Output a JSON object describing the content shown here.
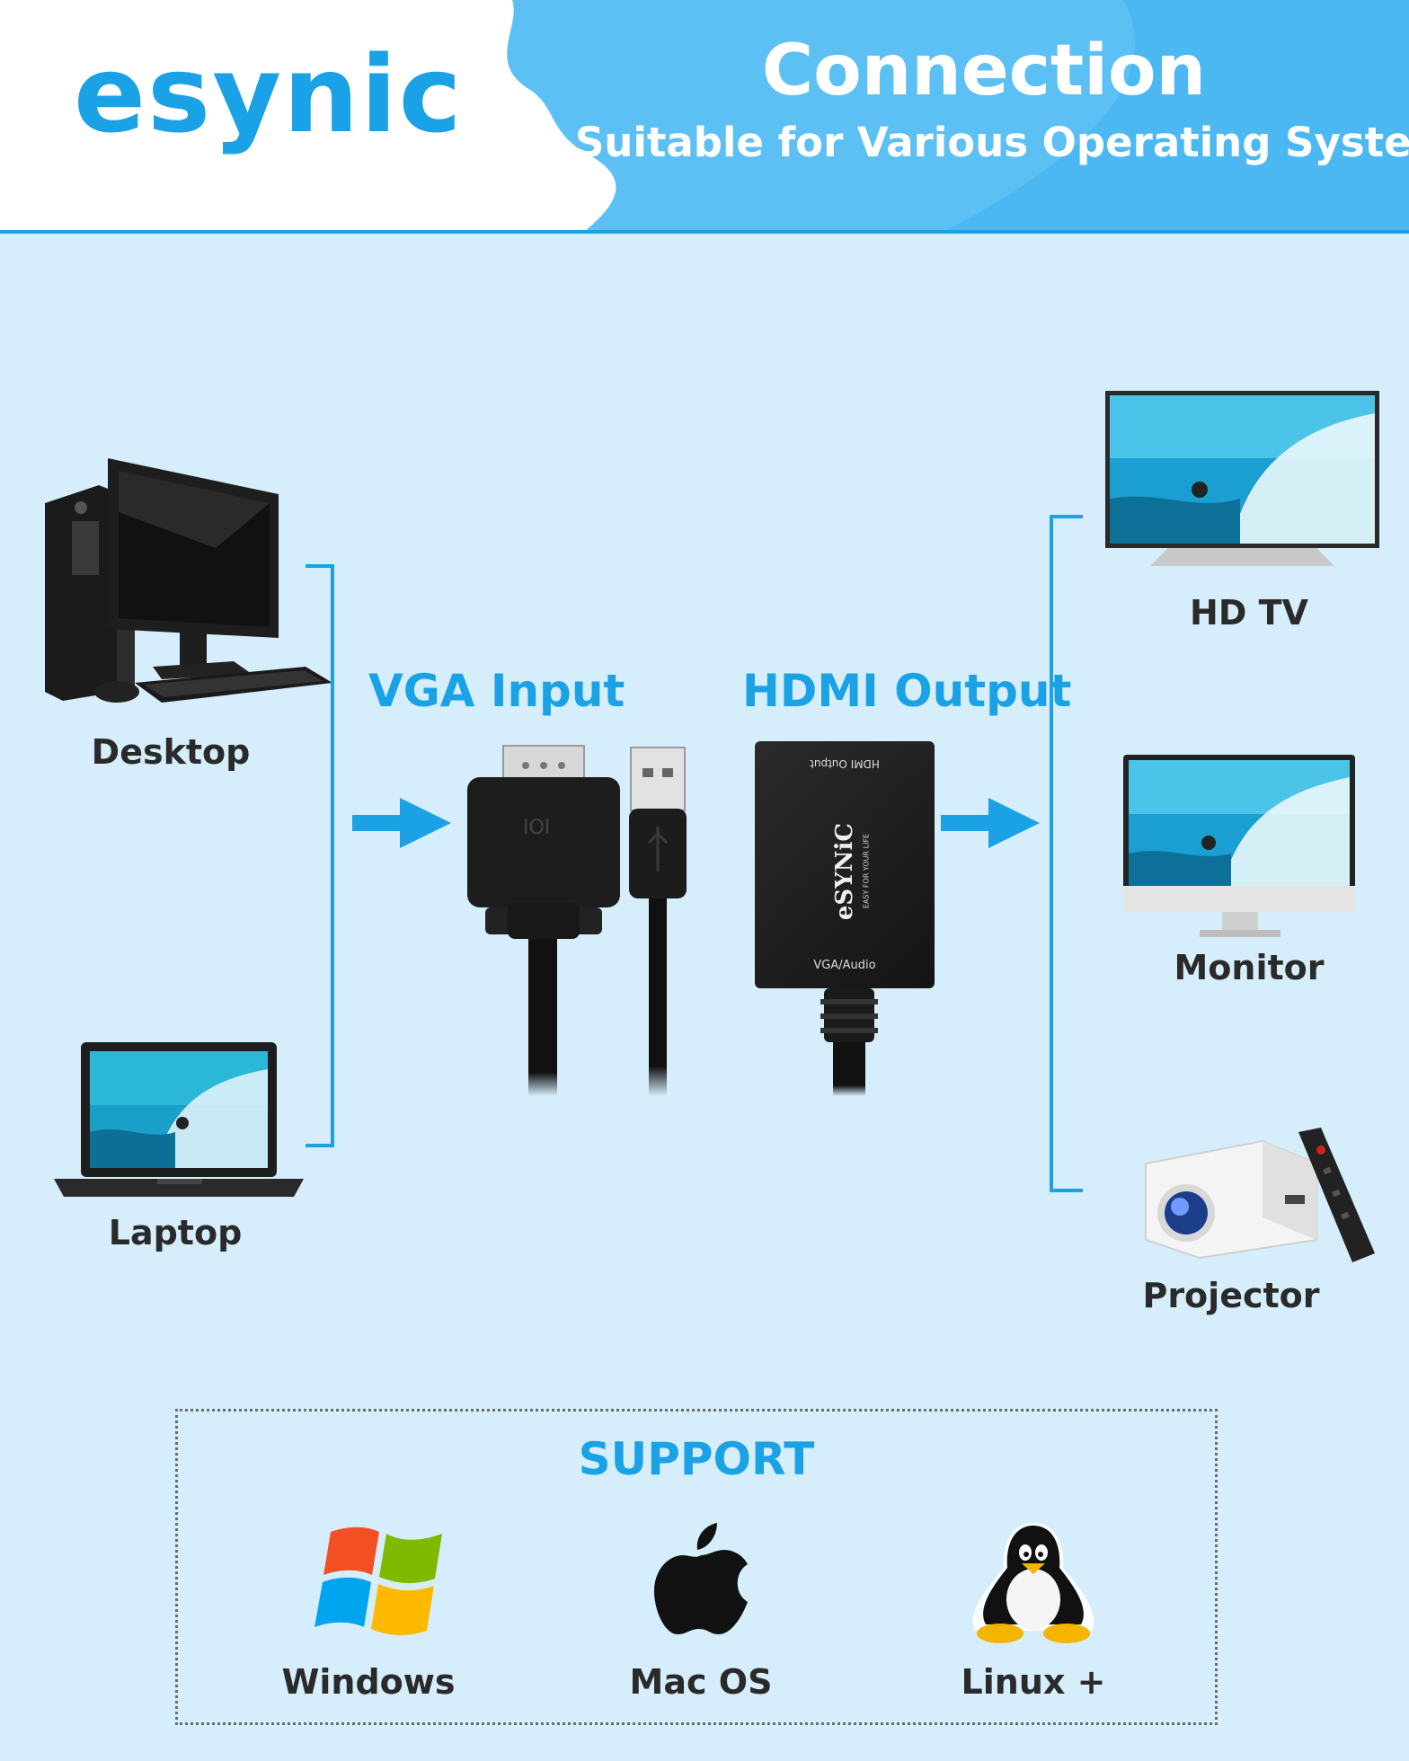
{
  "brand": {
    "logo_text": "esynic"
  },
  "header": {
    "title": "Connection",
    "subtitle": "Suitable for Various Operating Systems"
  },
  "inputs": {
    "section_label": "VGA Input",
    "devices": [
      {
        "label": "Desktop",
        "icon": "desktop-computer-icon"
      },
      {
        "label": "Laptop",
        "icon": "laptop-icon"
      }
    ]
  },
  "outputs": {
    "section_label": "HDMI Output",
    "devices": [
      {
        "label": "HD TV",
        "icon": "tv-icon"
      },
      {
        "label": "Monitor",
        "icon": "monitor-icon"
      },
      {
        "label": "Projector",
        "icon": "projector-icon"
      }
    ]
  },
  "adapter": {
    "top_text": "HDMI Output",
    "brand_text": "eSYNiC",
    "tagline": "EASY FOR YOUR LIFE",
    "bottom_text": "VGA/Audio"
  },
  "support": {
    "title": "SUPPORT",
    "systems": [
      {
        "label": "Windows",
        "icon": "windows-logo-icon"
      },
      {
        "label": "Mac OS",
        "icon": "apple-logo-icon"
      },
      {
        "label": "Linux +",
        "icon": "linux-penguin-icon"
      }
    ]
  },
  "colors": {
    "accent": "#1aa1e6",
    "background": "#d6eefb",
    "header_blue": "#5cc0f5"
  }
}
